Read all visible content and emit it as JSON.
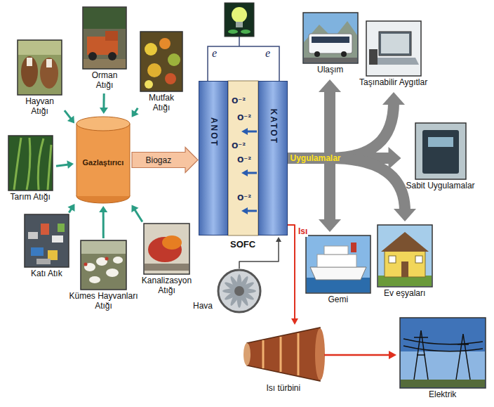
{
  "diagram": {
    "nodes": [
      {
        "text": [
          "Hayvan Atığı"
        ]
      },
      {
        "text": [
          "Orman Atığı"
        ]
      },
      {
        "text": [
          "Mutfak Atığı"
        ]
      },
      {
        "text": [
          "Tarım Atığı"
        ]
      },
      {
        "text": [
          "Katı Atık"
        ]
      },
      {
        "text": [
          "Kümes Hayvanları Atığı"
        ]
      },
      {
        "text": [
          "Kanalizasyon Atığı"
        ]
      },
      {
        "text": [
          "Gazlaştırıcı"
        ]
      },
      {
        "text": [
          "SOFC"
        ]
      },
      {
        "text": [
          "ANOT"
        ],
        "in": 8
      },
      {
        "text": [
          "KATOT"
        ],
        "in": 8
      },
      {
        "text": [
          "Hava"
        ]
      },
      {
        "text": [
          "Isı türbini"
        ]
      },
      {
        "text": [
          "Elektrik"
        ]
      },
      {
        "text": [
          "Ulaşım"
        ]
      },
      {
        "text": [
          "Taşınabilir Aygıtlar"
        ]
      },
      {
        "text": [
          "Sabit Uygulamalar"
        ]
      },
      {
        "text": [
          "Gemi"
        ]
      },
      {
        "text": [
          "Ev eşyaları"
        ]
      }
    ],
    "edges": [
      {
        "from": 0,
        "to": 7,
        "arrow": "to"
      },
      {
        "from": 1,
        "to": 7,
        "arrow": "to"
      },
      {
        "from": 2,
        "to": 7,
        "arrow": "to"
      },
      {
        "from": 3,
        "to": 7,
        "arrow": "to"
      },
      {
        "from": 4,
        "to": 7,
        "arrow": "to"
      },
      {
        "from": 5,
        "to": 7,
        "arrow": "to"
      },
      {
        "from": 6,
        "to": 7,
        "arrow": "to"
      },
      {
        "from": 7,
        "to": 8,
        "label": "Biogaz",
        "arrow": "to"
      },
      {
        "from": 8,
        "to": 14,
        "arrow": "to"
      },
      {
        "from": 8,
        "to": 15,
        "arrow": "to"
      },
      {
        "from": 8,
        "to": 16,
        "arrow": "to"
      },
      {
        "from": 8,
        "to": 17,
        "arrow": "to"
      },
      {
        "from": 8,
        "to": 18,
        "arrow": "to"
      },
      {
        "from": 8,
        "to": 12,
        "label": "Isı",
        "arrow": "to"
      },
      {
        "from": 12,
        "to": 13,
        "arrow": "to"
      },
      {
        "from": 11,
        "to": 10,
        "arrow": "to"
      }
    ],
    "labels": [
      "e",
      "e",
      "O⁻²",
      "O⁻²",
      "O⁻²",
      "O⁻²",
      "O⁻²",
      "Uygulamalar"
    ]
  }
}
